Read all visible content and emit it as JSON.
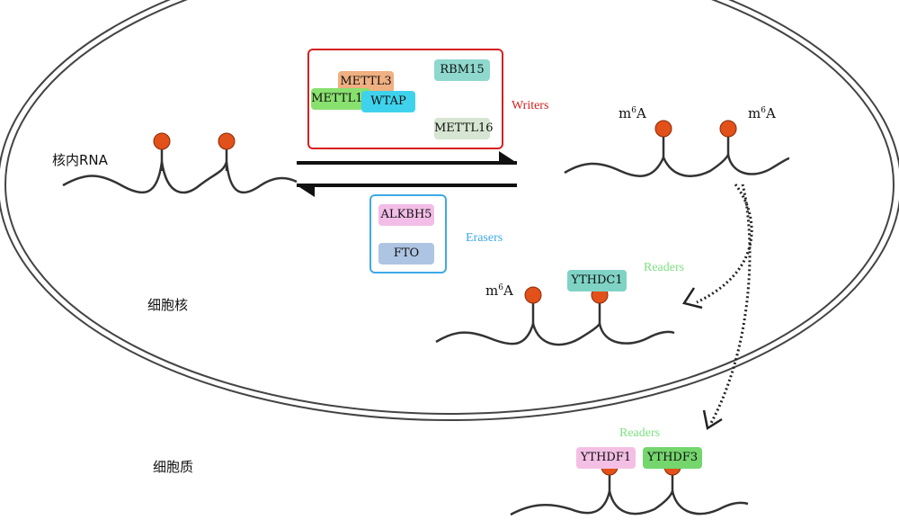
{
  "colors": {
    "outline": "#444444",
    "rna_line": "#333333",
    "methyl_dot": "#e2511a",
    "writers_border": "#d62020",
    "writers_label": "#d62020",
    "erasers_border": "#3ea9e6",
    "erasers_label": "#3ea9e6",
    "readers_label": "#7ee081",
    "METTL3": "#f0b081",
    "METTL14": "#88e06e",
    "WTAP": "#3fd2ec",
    "RBM15": "#8ed8cd",
    "METTL16": "#d6e6d2",
    "ALKBH5": "#f2bde6",
    "FTO": "#aec4e3",
    "YTHDC1": "#7fd3c5",
    "YTHDF1": "#f4bfe4",
    "YTHDF3": "#74d66d"
  },
  "labels": {
    "nuclear_rna": "核内RNA",
    "nucleus": "细胞核",
    "cytoplasm": "细胞质",
    "writers": "Writers",
    "erasers": "Erasers",
    "readers_1": "Readers",
    "readers_2": "Readers",
    "m6a_1_base": "m",
    "m6a_1_sup": "6",
    "m6a_1_tail": "A",
    "m6a_2_base": "m",
    "m6a_2_sup": "6",
    "m6a_2_tail": "A",
    "m6a_3_base": "m",
    "m6a_3_sup": "6",
    "m6a_3_tail": "A"
  },
  "writers": {
    "mettl3": "METTL3",
    "mettl14": "METTL14",
    "wtap": "WTAP",
    "rbm15": "RBM15",
    "mettl16": "METTL16"
  },
  "erasers": {
    "alkbh5": "ALKBH5",
    "fto": "FTO"
  },
  "readers": {
    "ythdc1": "YTHDC1",
    "ythdf1": "YTHDF1",
    "ythdf3": "YTHDF3"
  }
}
